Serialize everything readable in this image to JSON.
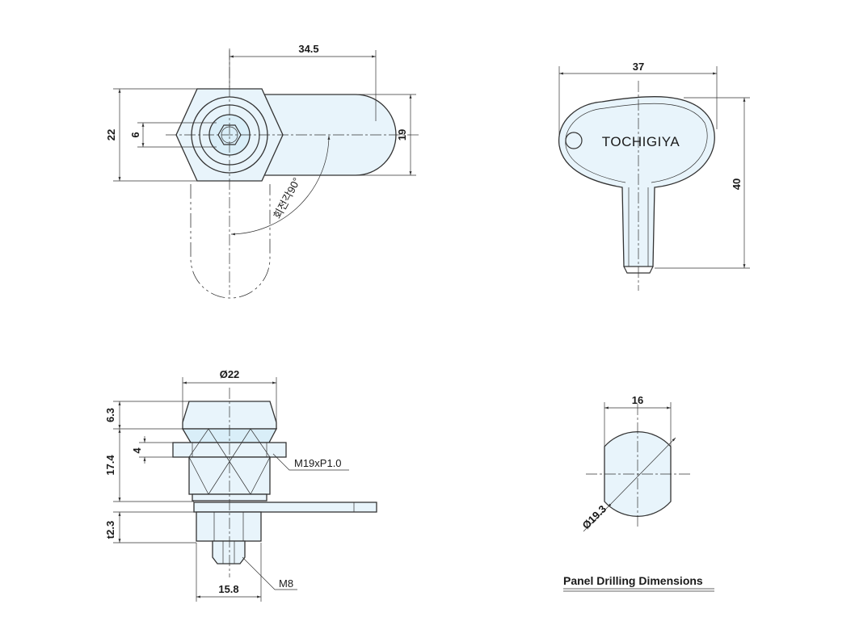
{
  "top_view": {
    "dim_width": "34.5",
    "dim_height": "22",
    "dim_hex": "6",
    "dim_cam": "19",
    "rotation_note": "회전각90°"
  },
  "key_view": {
    "dim_width": "37",
    "dim_height": "40",
    "brand": "TOCHIGIYA"
  },
  "side_view": {
    "dim_diameter": "Ø22",
    "dim_head": "6.3",
    "dim_body": "17.4",
    "dim_nut": "4",
    "dim_panel": "t2.3",
    "dim_bottom": "15.8",
    "thread_note": "M19xP1.0",
    "screw_note": "M8"
  },
  "drilling_view": {
    "dim_width": "16",
    "dim_diameter": "Ø19.3",
    "caption": "Panel Drilling Dimensions"
  },
  "colors": {
    "part_fill": "#e8f4fb",
    "line": "#333333"
  }
}
